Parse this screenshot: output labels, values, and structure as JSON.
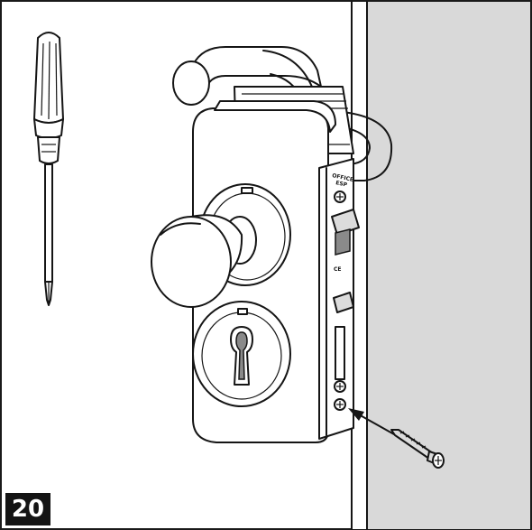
{
  "step": {
    "number": "20"
  },
  "lock_labels": {
    "top_text": "OFFICE",
    "top_subtext": "ESP",
    "ce_mark": "CE"
  },
  "colors": {
    "door_panel": "#d9d9d9",
    "badge": "#141414",
    "outline": "#151515"
  },
  "icons": [
    "screwdriver-icon",
    "screw-icon",
    "arrow-icon"
  ]
}
